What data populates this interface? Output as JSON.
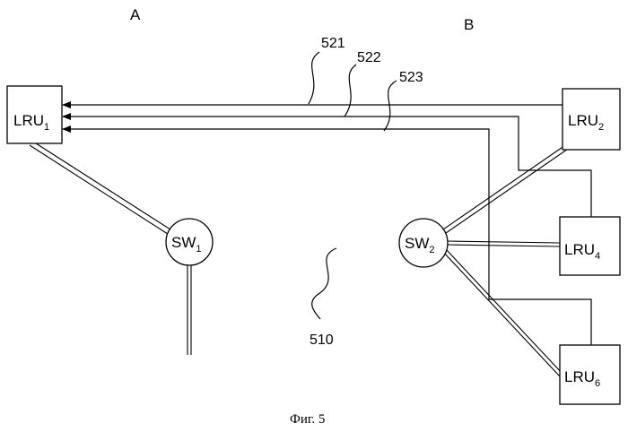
{
  "region_labels": {
    "a": "A",
    "b": "B"
  },
  "devices": {
    "lru1": {
      "base": "LRU",
      "sub": "1"
    },
    "lru2": {
      "base": "LRU",
      "sub": "2"
    },
    "lru4": {
      "base": "LRU",
      "sub": "4"
    },
    "lru6": {
      "base": "LRU",
      "sub": "6"
    },
    "sw1": {
      "base": "SW",
      "sub": "1"
    },
    "sw2": {
      "base": "SW",
      "sub": "2"
    }
  },
  "references": {
    "r521": "521",
    "r522": "522",
    "r523": "523",
    "r510": "510"
  },
  "caption": "Фиг. 5"
}
